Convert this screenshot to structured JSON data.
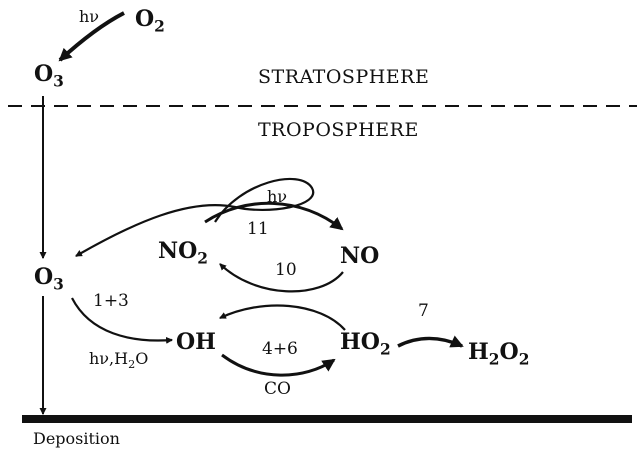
{
  "regions": {
    "upper": "STRATOSPHERE",
    "lower": "TROPOSPHERE"
  },
  "species": {
    "o2": {
      "base": "O",
      "sub": "2"
    },
    "o3_strat": {
      "base": "O",
      "sub": "3"
    },
    "o3_trop": {
      "base": "O",
      "sub": "3"
    },
    "no2": {
      "base": "NO",
      "sub": "2"
    },
    "no": {
      "base": "NO",
      "sub": ""
    },
    "oh": {
      "base": "OH",
      "sub": ""
    },
    "ho2": {
      "base": "HO",
      "sub": "2"
    },
    "h2o2": {
      "h": "H",
      "h_sub": "2",
      "o": "O",
      "o_sub": "2"
    }
  },
  "labels": {
    "photolysis_top": "hν",
    "photolysis_no2": "hν",
    "reaction_no2_no": "11",
    "reaction_ho2_no": "10",
    "reaction_o3_oh": "1+3",
    "photolysis_water": {
      "prefix": "hν,H",
      "sub": "2",
      "suffix": "O"
    },
    "reaction_oh_ho2": "4+6",
    "co": "CO",
    "reaction_ho2_h2o2": "7",
    "deposition": "Deposition"
  },
  "colors": {
    "ink": "#111111",
    "background": "#ffffff"
  }
}
